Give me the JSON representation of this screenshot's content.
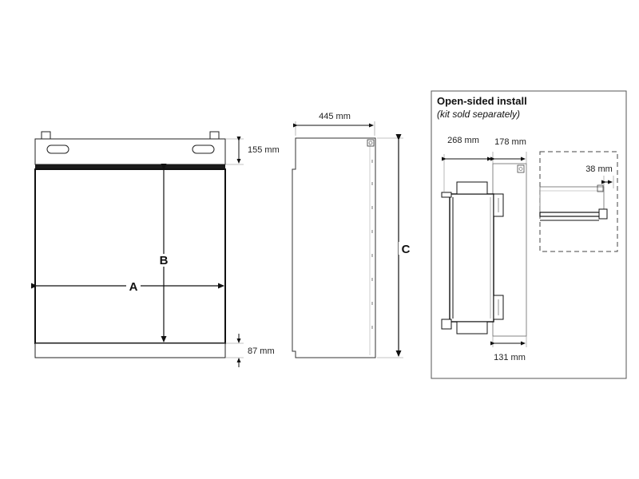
{
  "front_view": {
    "label_a": "A",
    "label_b": "B",
    "top_dim": "155 mm",
    "bottom_dim": "87 mm"
  },
  "side_view": {
    "depth_dim": "445 mm",
    "label_c": "C"
  },
  "open_sided_panel": {
    "title": "Open-sided install",
    "subtitle": "(kit sold separately)",
    "dim_268": "268 mm",
    "dim_178": "178 mm",
    "dim_38": "38 mm",
    "dim_131": "131 mm"
  }
}
